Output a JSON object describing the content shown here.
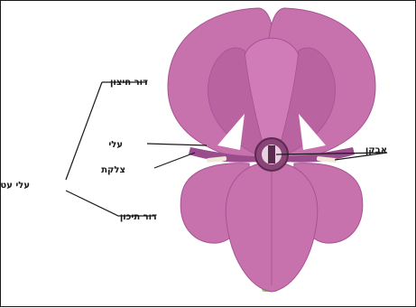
{
  "diagram": {
    "labels": {
      "outer_whorl": "דור חיצון",
      "inner_whorl": "דור תיכון",
      "perianth": "עלי עטיף",
      "petals": "עלי",
      "stigma": "צלקת",
      "stamens": "אבקן"
    },
    "colors": {
      "petal": "#c771ad",
      "petal_dark": "#a85294",
      "petal_light": "#d98fc4",
      "stem": "#8fc46a",
      "line": "#1a1a1a"
    }
  }
}
